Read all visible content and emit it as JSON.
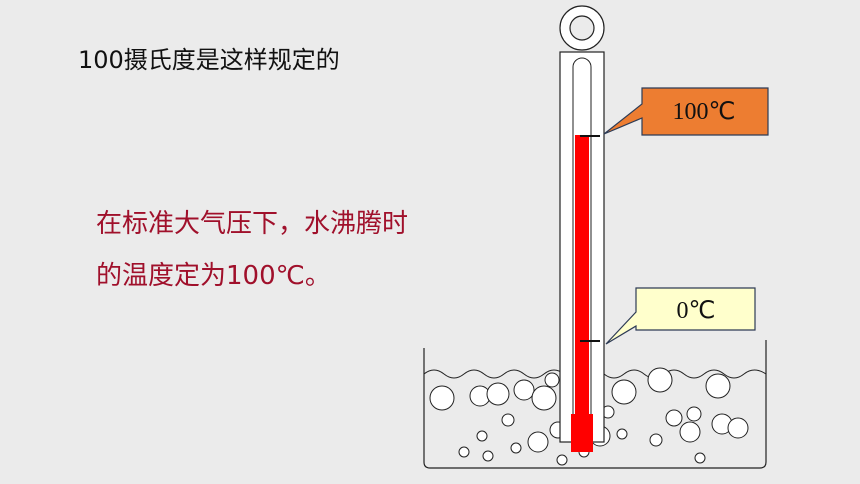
{
  "title": "100摄氏度是这样规定的",
  "description": {
    "line1": "在标准大气压下，水沸腾时",
    "line2": "的温度定为100℃。"
  },
  "callouts": {
    "boiling": {
      "label": "100℃",
      "fill": "#ed7d31"
    },
    "freezing": {
      "label": "0℃",
      "fill": "#ffffcc"
    }
  },
  "thermometer": {
    "liquid_color": "#ff0000"
  }
}
